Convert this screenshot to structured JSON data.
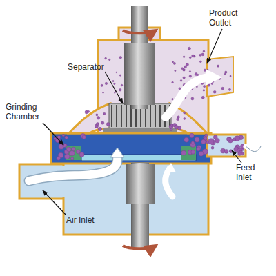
{
  "diagram": {
    "labels": [
      "Product Outlet",
      "Separator",
      "Grinding Chamber",
      "Feed Inlet",
      "Air Inlet"
    ]
  }
}
